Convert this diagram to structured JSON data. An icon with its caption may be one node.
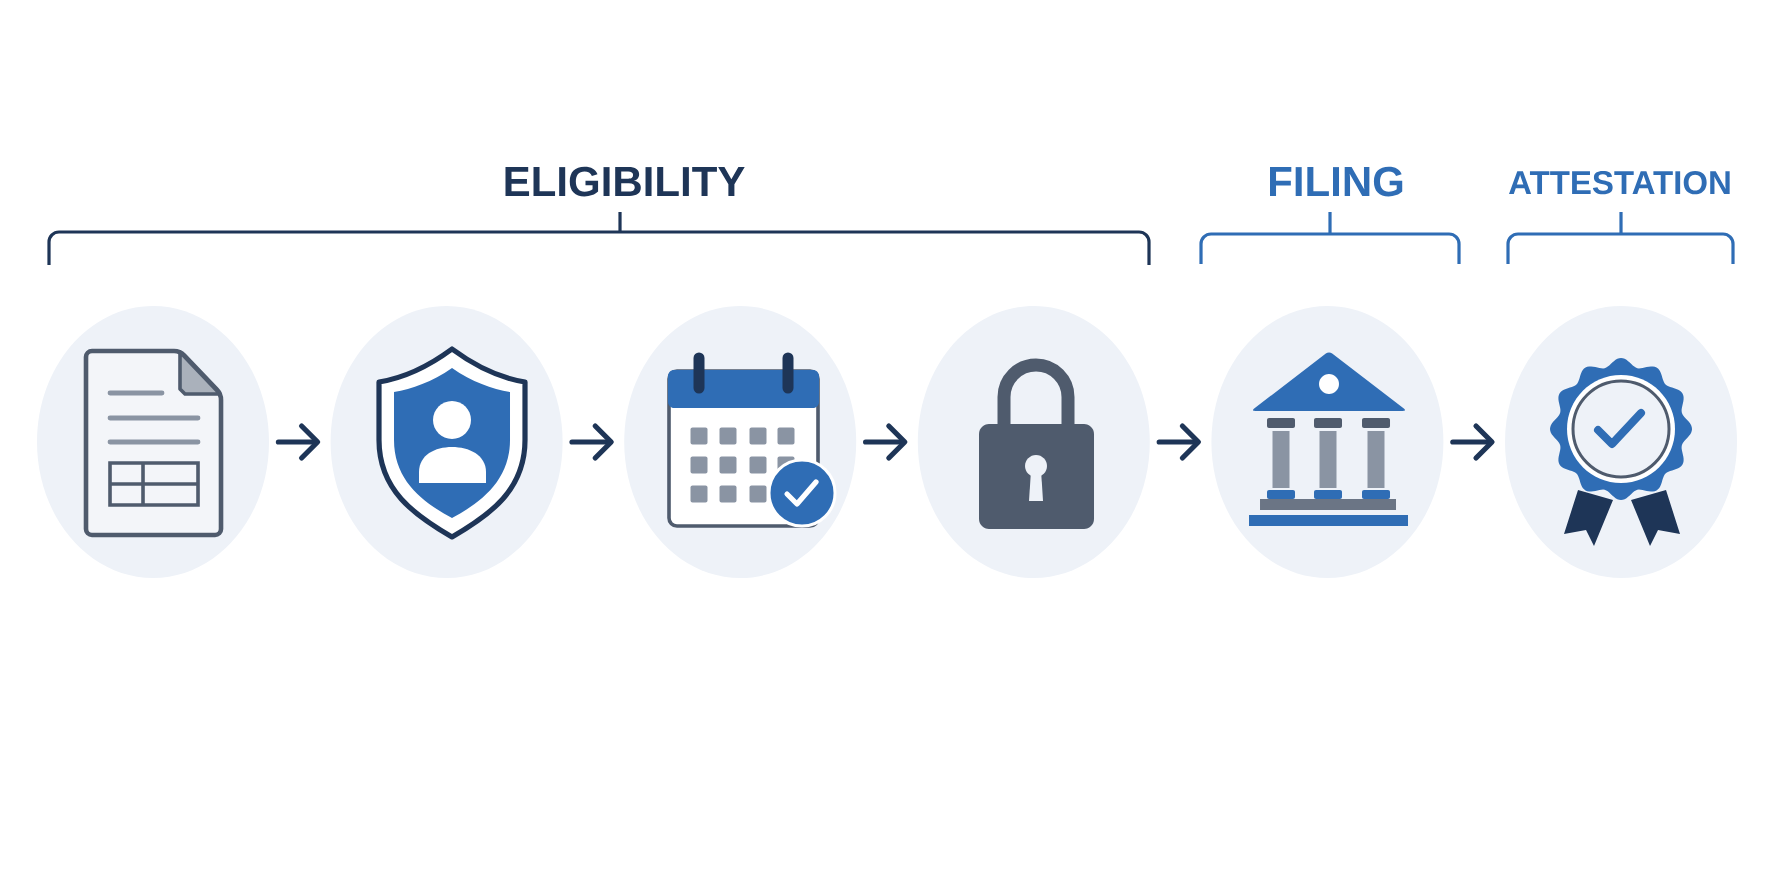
{
  "diagram": {
    "nodes": [
      {
        "text": [],
        "shape": "circle"
      },
      {
        "text": [],
        "shape": "circle"
      },
      {
        "text": [],
        "shape": "circle"
      },
      {
        "text": [],
        "shape": "circle"
      },
      {
        "text": [],
        "shape": "circle"
      },
      {
        "text": [],
        "shape": "circle"
      }
    ],
    "edges": [
      {
        "from": 0,
        "to": 1,
        "arrow": "to"
      },
      {
        "from": 1,
        "to": 2,
        "arrow": "to"
      },
      {
        "from": 2,
        "to": 3,
        "arrow": "to"
      },
      {
        "from": 3,
        "to": 4,
        "arrow": "to"
      },
      {
        "from": 4,
        "to": 5,
        "arrow": "to"
      }
    ],
    "labels": [
      "ELIGIBILITY",
      "FILING",
      "ATTESTATION"
    ]
  }
}
